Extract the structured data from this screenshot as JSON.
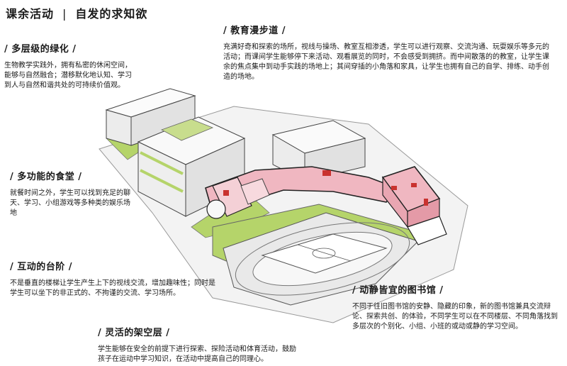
{
  "header": {
    "title_left": "课余活动",
    "divider": "|",
    "title_right": "自发的求知欲"
  },
  "sections": {
    "greening": {
      "title": "/ 多层级的绿化 /",
      "body": "生物教学实践外，拥有私密的休闲空间，能够与自然融合；潜移默化地认知、学习到人与自然和谐共处的可持续价值观。"
    },
    "promenade": {
      "title": "/ 教育漫步道 /",
      "body": "充满好奇和探索的场所，视线与操场、教室互相渗透，学生可以进行观察、交流沟通、玩耍娱乐等多元的活动；而课间学生能够停下来活动、观看展览的同时，不会感受到拥挤。而中间散落的的教室，让学生课余的焦点集中到动手实践的场地上；其间穿插的小角落和家具，让学生也拥有自己的自学、排练、动手创造的场地。"
    },
    "canteen": {
      "title": "/ 多功能的食堂 /",
      "body": "就餐时间之外，学生可以找到充足的聊天、学习、小组游戏等多种类的娱乐场地"
    },
    "steps": {
      "title": "/ 互动的台阶 /",
      "body": "不是垂直的楼梯让学生产生上下的视线交流，增加趣味性；同时是学生可以坐下的非正式的、不拘谨的交流、学习场所。"
    },
    "library": {
      "title": "/ 动静皆宜的图书馆 /",
      "body": "不同于往旧图书馆的安静、隐藏的印象，新的图书馆兼具交流辩论、探索共创、的体验，不同学生可以在不同楼层、不同角落找到多层次的个别化、小组、小班的或动或静的学习空间。"
    },
    "stilts": {
      "title": "/ 灵活的架空层 /",
      "body": "学生能够在安全的前提下进行探索、探险活动和体育活动，鼓励孩子在运动中学习知识，在活动中提高自己的同理心。"
    }
  },
  "colors": {
    "green": "#b5d46a",
    "pink": "#f0b7c1",
    "red_accent": "#c9322f",
    "outline": "#222222",
    "ground": "#f2f2f2"
  }
}
